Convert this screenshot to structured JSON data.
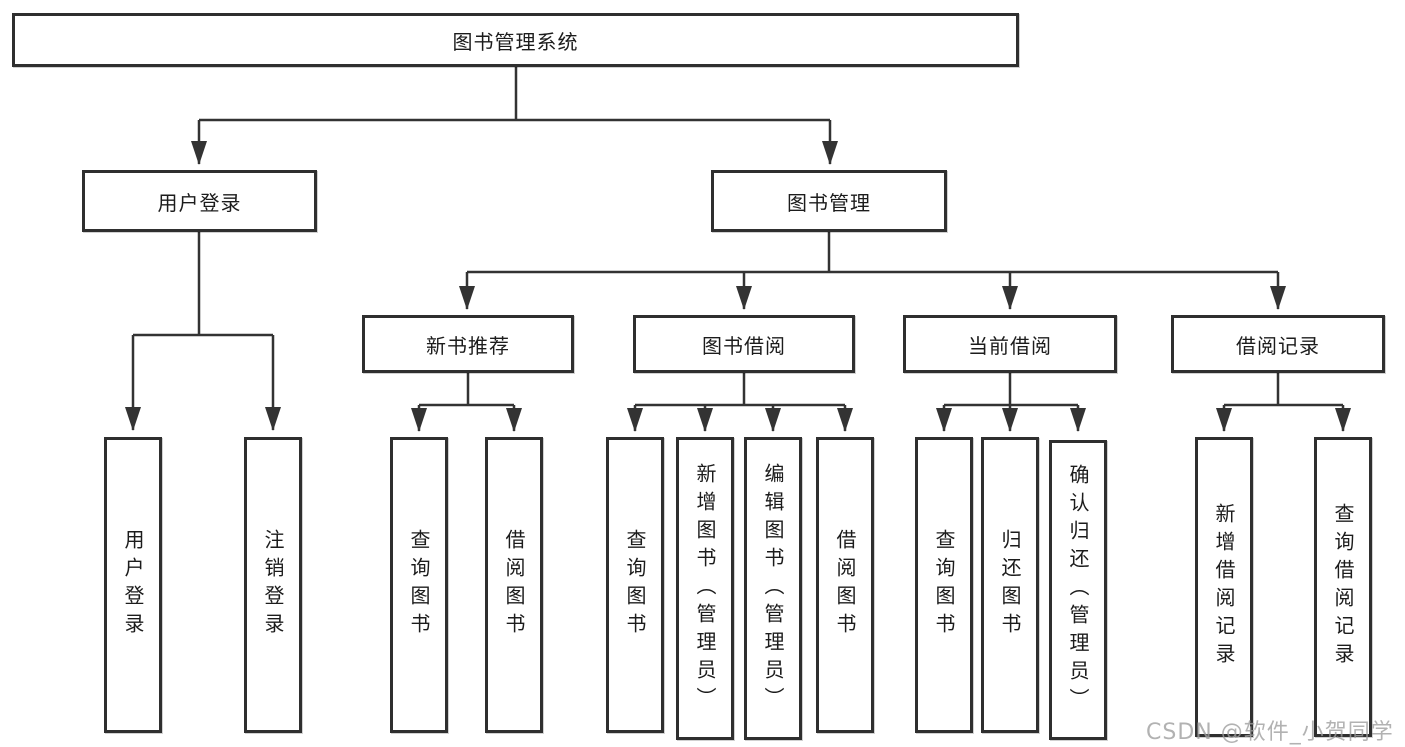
{
  "diagram": {
    "root": {
      "label": "图书管理系统"
    },
    "branches": [
      {
        "label": "用户登录",
        "children": [
          {
            "label": "用户登录"
          },
          {
            "label": "注销登录"
          }
        ]
      },
      {
        "label": "图书管理",
        "children": [
          {
            "label": "新书推荐",
            "children": [
              {
                "label": "查询图书"
              },
              {
                "label": "借阅图书"
              }
            ]
          },
          {
            "label": "图书借阅",
            "children": [
              {
                "label": "查询图书"
              },
              {
                "label": "新增图书（管理员）"
              },
              {
                "label": "编辑图书（管理员）"
              },
              {
                "label": "借阅图书"
              }
            ]
          },
          {
            "label": "当前借阅",
            "children": [
              {
                "label": "查询图书"
              },
              {
                "label": "归还图书"
              },
              {
                "label": "确认归还（管理员）"
              }
            ]
          },
          {
            "label": "借阅记录",
            "children": [
              {
                "label": "新增借阅记录"
              },
              {
                "label": "查询借阅记录"
              }
            ]
          }
        ]
      }
    ],
    "watermark": "CSDN @软件_小贺同学",
    "colors": {
      "line": "#333333",
      "box_border": "#2f2f2f",
      "text": "#1c1c1c",
      "watermark": "#9f9f9f",
      "background": "#ffffff"
    }
  }
}
